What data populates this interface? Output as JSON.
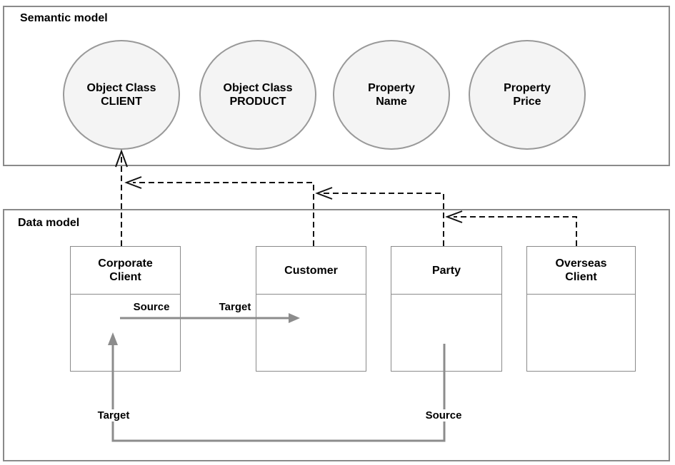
{
  "semantic_panel": {
    "title": "Semantic model",
    "nodes": [
      {
        "label": "Object Class\nCLIENT"
      },
      {
        "label": "Object Class\nPRODUCT"
      },
      {
        "label": "Property\nName"
      },
      {
        "label": "Property\nPrice"
      }
    ]
  },
  "data_panel": {
    "title": "Data model",
    "entities": [
      {
        "name": "Corporate\nClient"
      },
      {
        "name": "Customer"
      },
      {
        "name": "Party"
      },
      {
        "name": "Overseas\nClient"
      }
    ]
  },
  "connectors": {
    "corporate_to_customer_arrow": {
      "source_label": "Source",
      "target_label": "Target"
    },
    "party_to_corporate_arrow": {
      "source_label": "Source",
      "target_label": "Target"
    }
  },
  "colors": {
    "c-solid": "#8c8c8c",
    "c-dash": "#111111",
    "c-node-fill": "#f4f4f4",
    "c-node-border": "#999999",
    "c-panel-border": "#8a8a8a",
    "c-box-border": "#8a8a8a",
    "c-text": "#000000",
    "c-bg": "#ffffff"
  }
}
